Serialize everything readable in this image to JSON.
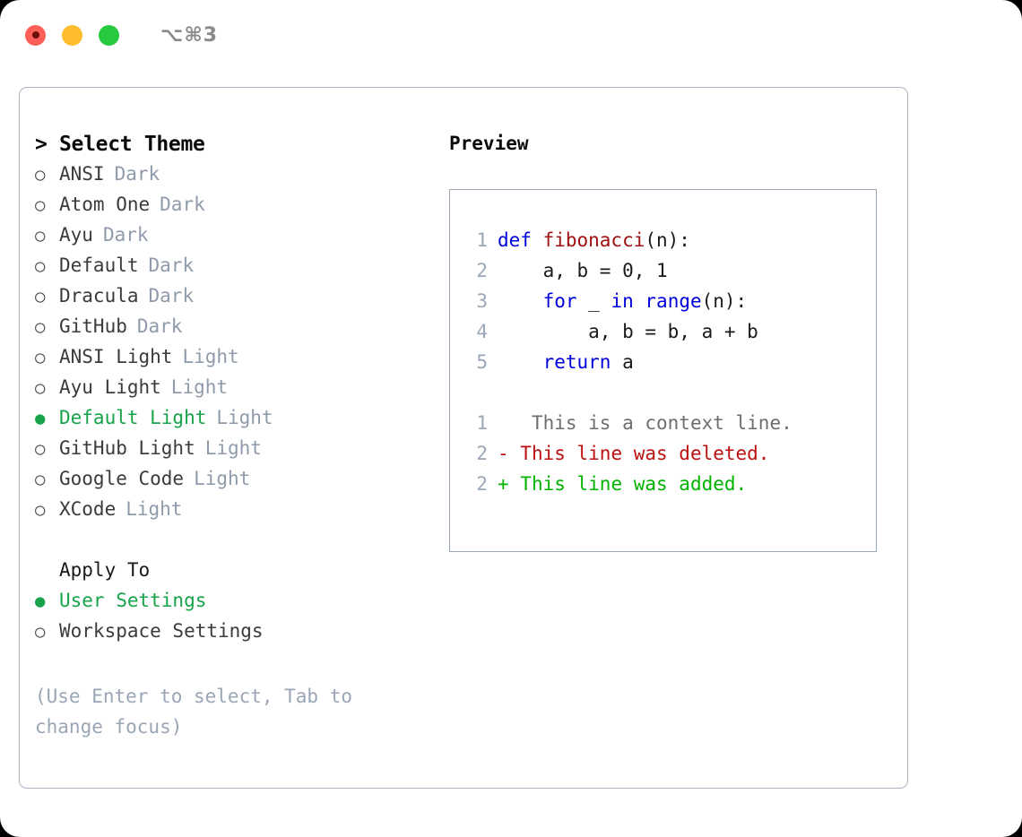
{
  "window": {
    "shortcut": "⌥⌘3",
    "traffic_lights": [
      {
        "name": "close",
        "color": "#fc5f58"
      },
      {
        "name": "minimize",
        "color": "#fdbd2e"
      },
      {
        "name": "maximize",
        "color": "#27c93f"
      }
    ]
  },
  "theme_picker": {
    "title": "Select Theme",
    "prompt": ">",
    "bullet_selected": "●",
    "bullet_unselected": "○",
    "items": [
      {
        "label": "ANSI",
        "tag": "Dark",
        "selected": false
      },
      {
        "label": "Atom One",
        "tag": "Dark",
        "selected": false
      },
      {
        "label": "Ayu",
        "tag": "Dark",
        "selected": false
      },
      {
        "label": "Default",
        "tag": "Dark",
        "selected": false
      },
      {
        "label": "Dracula",
        "tag": "Dark",
        "selected": false
      },
      {
        "label": "GitHub",
        "tag": "Dark",
        "selected": false
      },
      {
        "label": "ANSI Light",
        "tag": "Light",
        "selected": false
      },
      {
        "label": "Ayu Light",
        "tag": "Light",
        "selected": false
      },
      {
        "label": "Default Light",
        "tag": "Light",
        "selected": true
      },
      {
        "label": "GitHub Light",
        "tag": "Light",
        "selected": false
      },
      {
        "label": "Google Code",
        "tag": "Light",
        "selected": false
      },
      {
        "label": "XCode",
        "tag": "Light",
        "selected": false
      }
    ]
  },
  "apply_to": {
    "title": "Apply To",
    "items": [
      {
        "label": "User Settings",
        "selected": true
      },
      {
        "label": "Workspace Settings",
        "selected": false
      }
    ]
  },
  "hint": "(Use Enter to select, Tab to change focus)",
  "preview": {
    "title": "Preview",
    "code_lines": [
      {
        "n": "1",
        "segments": [
          {
            "t": "def ",
            "c": "kw"
          },
          {
            "t": "fibonacci",
            "c": "fn"
          },
          {
            "t": "(n):",
            "c": "plain"
          }
        ]
      },
      {
        "n": "2",
        "segments": [
          {
            "t": "    a, b = 0, 1",
            "c": "plain"
          }
        ]
      },
      {
        "n": "3",
        "segments": [
          {
            "t": "    ",
            "c": "plain"
          },
          {
            "t": "for",
            "c": "kw"
          },
          {
            "t": " _ ",
            "c": "plain"
          },
          {
            "t": "in",
            "c": "kw"
          },
          {
            "t": " ",
            "c": "plain"
          },
          {
            "t": "range",
            "c": "kw"
          },
          {
            "t": "(n):",
            "c": "plain"
          }
        ]
      },
      {
        "n": "4",
        "segments": [
          {
            "t": "        a, b = b, a + b",
            "c": "plain"
          }
        ]
      },
      {
        "n": "5",
        "segments": [
          {
            "t": "    ",
            "c": "plain"
          },
          {
            "t": "return",
            "c": "kw"
          },
          {
            "t": " a",
            "c": "plain"
          }
        ]
      }
    ],
    "diff_lines": [
      {
        "n": "1",
        "marker": " ",
        "text": "  This is a context line.",
        "kind": "ctx"
      },
      {
        "n": "2",
        "marker": "-",
        "text": " This line was deleted.",
        "kind": "del"
      },
      {
        "n": "2",
        "marker": "+",
        "text": " This line was added.",
        "kind": "add"
      }
    ]
  },
  "colors": {
    "accent_green": "#16a34a",
    "tag_gray": "#8f9bab",
    "hint_gray": "#9aa6b5",
    "border": "#aab4c0",
    "keyword_blue": "#0000dd",
    "function_red": "#a01010",
    "diff_delete": "#bb1111",
    "diff_add": "#00b300"
  }
}
